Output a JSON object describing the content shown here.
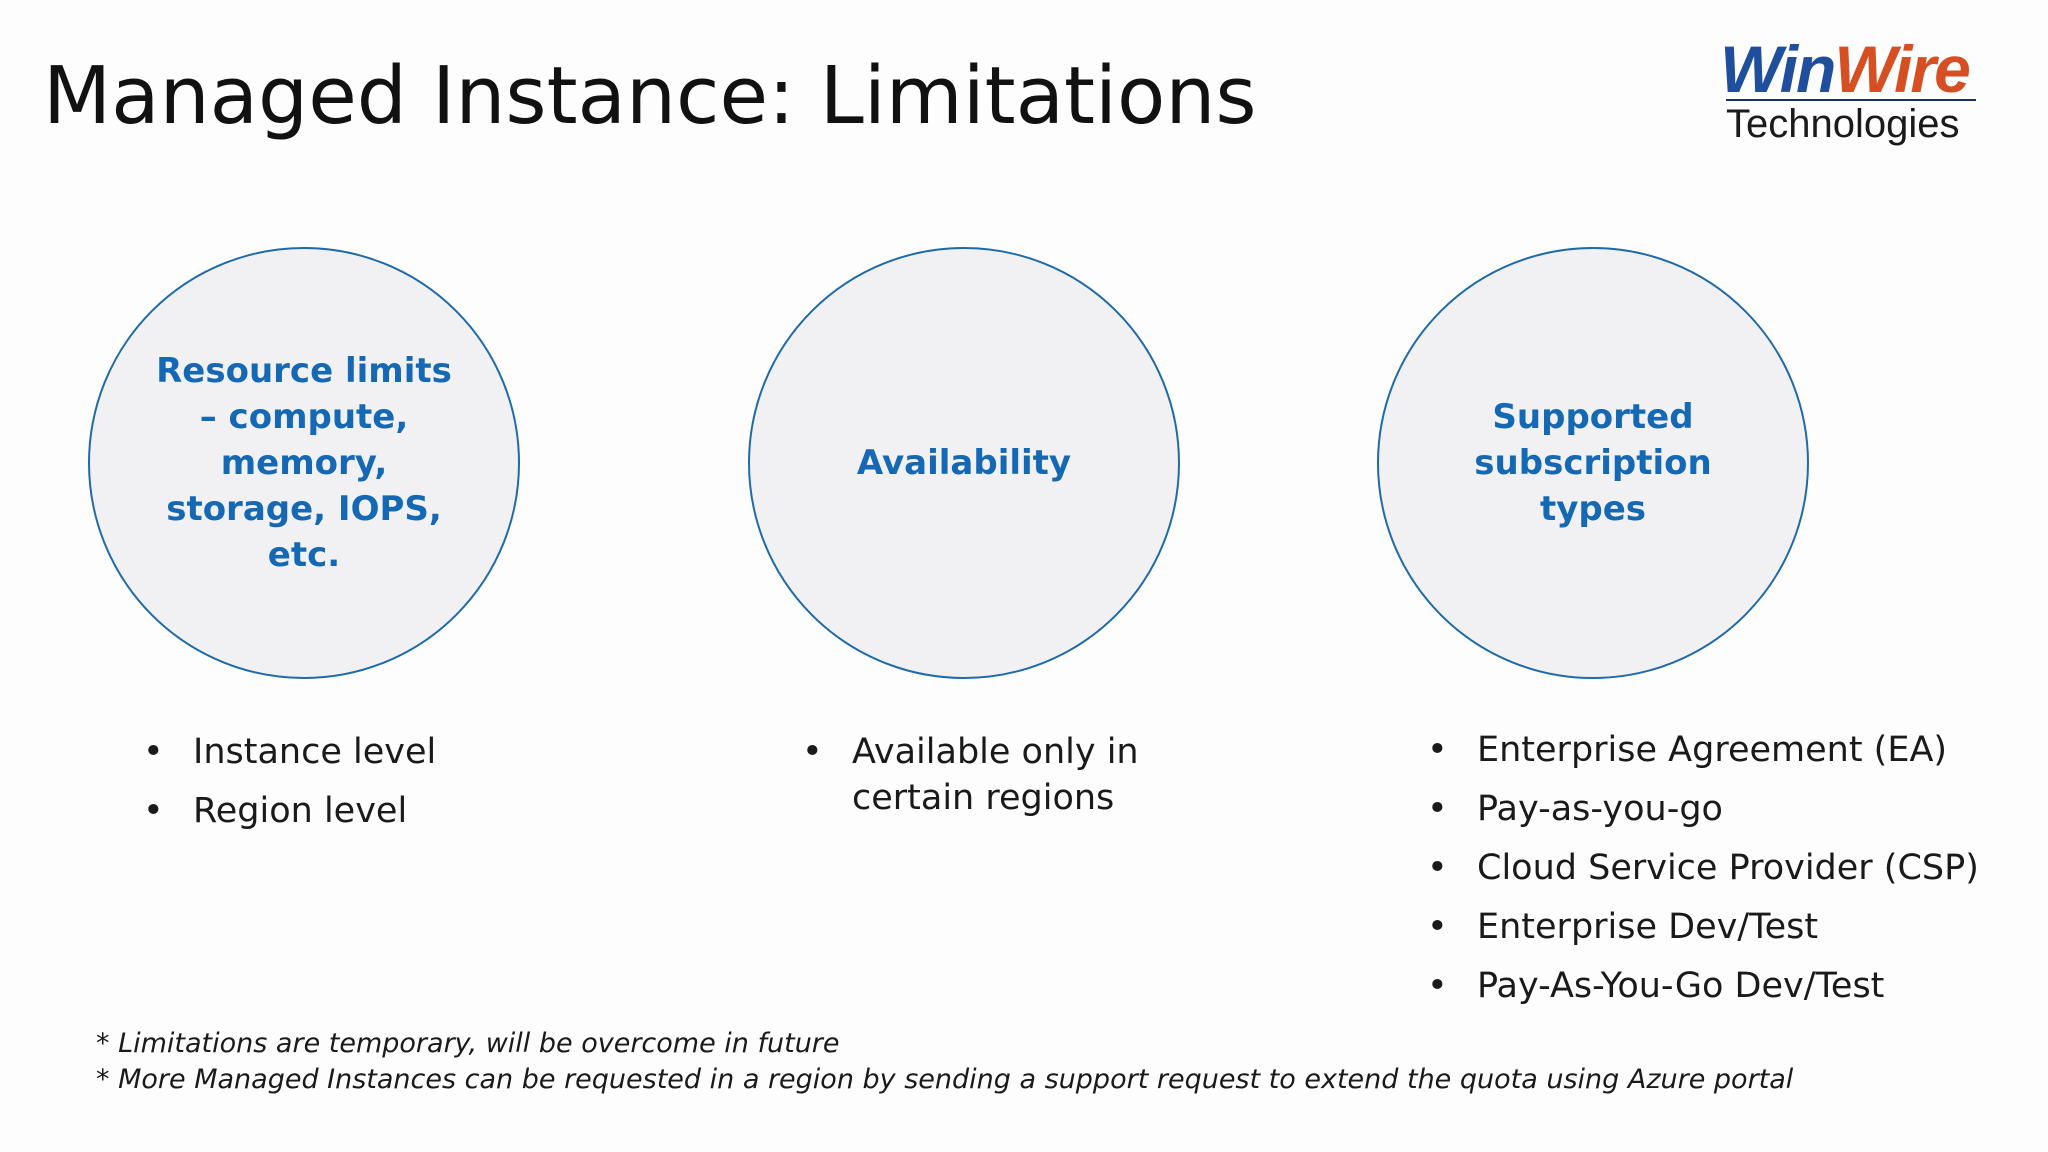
{
  "slide": {
    "title": "Managed Instance: Limitations"
  },
  "logo": {
    "brand_part1": "Win",
    "brand_part2": "Wire",
    "subtitle": "Technologies",
    "colors": {
      "win": "#1f4e9c",
      "wire": "#d64f22"
    }
  },
  "columns": [
    {
      "heading": "Resource limits – compute, memory, storage, IOPS, etc.",
      "bullets": [
        "Instance level",
        "Region level"
      ]
    },
    {
      "heading": "Availability",
      "bullets": [
        "Available only in certain regions"
      ]
    },
    {
      "heading": "Supported subscription types",
      "bullets": [
        "Enterprise Agreement (EA)",
        "Pay-as-you-go",
        "Cloud Service Provider (CSP)",
        "Enterprise Dev/Test",
        "Pay-As-You-Go Dev/Test"
      ]
    }
  ],
  "bullet_glyph": "•",
  "notes": [
    "* Limitations are temporary, will be overcome in future",
    "* More Managed Instances can be requested in a region by sending a support request to extend the quota using Azure portal"
  ],
  "colors": {
    "heading": "#1568b3",
    "circle_border": "#1f6aa8",
    "circle_fill": "#f1f1f3",
    "text": "#1a1a1a"
  }
}
